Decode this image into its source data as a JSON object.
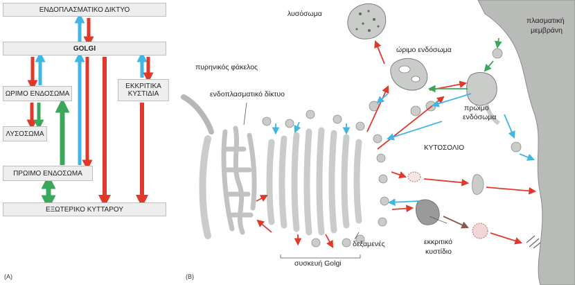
{
  "panel_a": {
    "label": "(A)",
    "boxes": {
      "er": "ΕΝΔΟΠΛΑΣΜΑΤΙΚΟ ΔΙΚΤΥΟ",
      "golgi": "GOLGI",
      "late_endosome": "ΩΡΙΜΟ ΕΝΔΟΣΩΜΑ",
      "secretory_l1": "ΕΚΚΡΙΤΙΚΑ",
      "secretory_l2": "ΚΥΣΤΙΔΙΑ",
      "lysosome": "ΛΥΣΟΣΩΜΑ",
      "early_endosome": "ΠΡΩΙΜΟ ΕΝΔΟΣΩΜΑ",
      "exterior": "ΕΞΩΤΕΡΙΚΟ ΚΥΤΤΑΡΟΥ"
    }
  },
  "panel_b": {
    "label": "(B)",
    "labels": {
      "lysosome": "λυσόσωμα",
      "plasma_l1": "πλασματική",
      "plasma_l2": "μεμβράνη",
      "late_endosome": "ώριμο ενδόσωμα",
      "nuclear_envelope": "πυρηνικός φάκελος",
      "er": "ενδοπλασματικό δίκτυο",
      "early_l1": "πρώιμο",
      "early_l2": "ενδόσωμα",
      "cytosol": "ΚΥΤΟΣΟΛΙΟ",
      "cisternae": "δεξαμενές",
      "secretory_l1": "εκκριτικό",
      "secretory_l2": "κυστίδιο",
      "golgi": "συσκευή Golgi"
    }
  },
  "colors": {
    "red": "#e0392b",
    "blue": "#3fb6e4",
    "green": "#3aa85a",
    "organelle": "#c9ccc9",
    "outline": "#8a8e8a",
    "plasma": "#b9bbb8"
  }
}
